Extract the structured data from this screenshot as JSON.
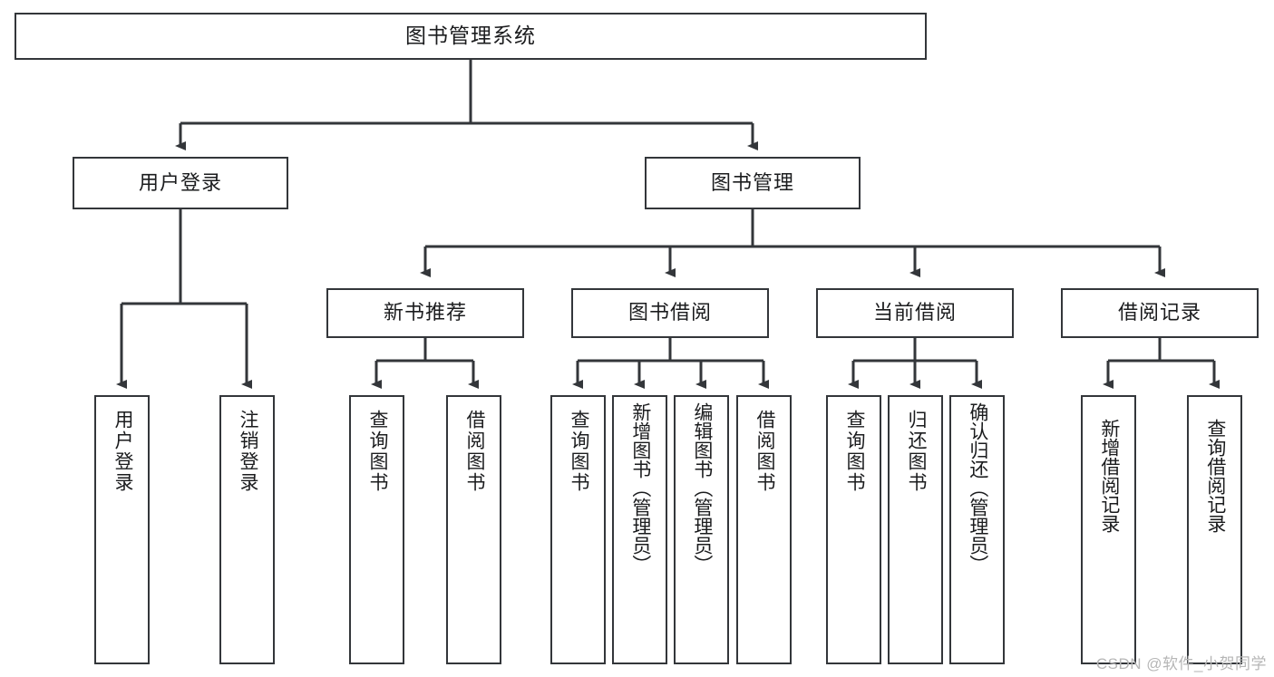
{
  "diagram": {
    "type": "tree-hierarchy",
    "title": "图书管理系统",
    "background_color": "#ffffff",
    "line_color": "#33363a",
    "text_color": "#1b1c1e",
    "watermark": "CSDN @软件_小贺同学"
  },
  "nodes": {
    "root": {
      "label": "图书管理系统"
    },
    "level2": [
      {
        "label": "用户登录"
      },
      {
        "label": "图书管理"
      }
    ],
    "level3": [
      {
        "label": "新书推荐"
      },
      {
        "label": "图书借阅"
      },
      {
        "label": "当前借阅"
      },
      {
        "label": "借阅记录"
      }
    ],
    "leaves": {
      "user_login": [
        {
          "label": "用户登录"
        },
        {
          "label": "注销登录"
        }
      ],
      "new_book_recommend": [
        {
          "label": "查询图书"
        },
        {
          "label": "借阅图书"
        }
      ],
      "book_borrow": [
        {
          "label": "查询图书"
        },
        {
          "label": "新增图书（管理员）"
        },
        {
          "label": "编辑图书（管理员）"
        },
        {
          "label": "借阅图书"
        }
      ],
      "current_borrow": [
        {
          "label": "查询图书"
        },
        {
          "label": "归还图书"
        },
        {
          "label": "确认归还（管理员）"
        }
      ],
      "borrow_record": [
        {
          "label": "新增借阅记录"
        },
        {
          "label": "查询借阅记录"
        }
      ]
    }
  }
}
